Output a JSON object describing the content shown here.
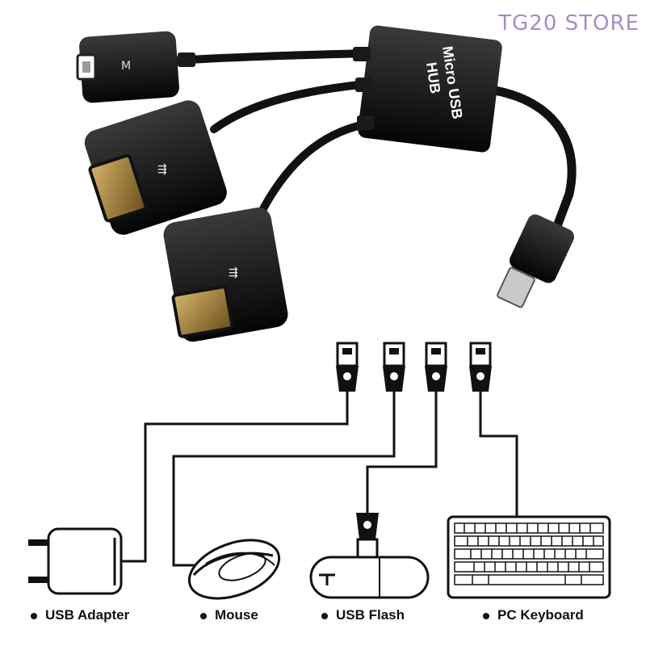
{
  "watermark": "TG20 STORE",
  "hub": {
    "label_line1": "Micro USB",
    "label_line2": "HUB"
  },
  "devices": [
    {
      "label": "USB Adapter",
      "icon": "usb-adapter-icon"
    },
    {
      "label": "Mouse",
      "icon": "mouse-icon"
    },
    {
      "label": "USB Flash",
      "icon": "usb-flash-icon"
    },
    {
      "label": "PC Keyboard",
      "icon": "keyboard-icon"
    }
  ],
  "colors": {
    "watermark": "#a78bc9",
    "cable": "#111111"
  }
}
